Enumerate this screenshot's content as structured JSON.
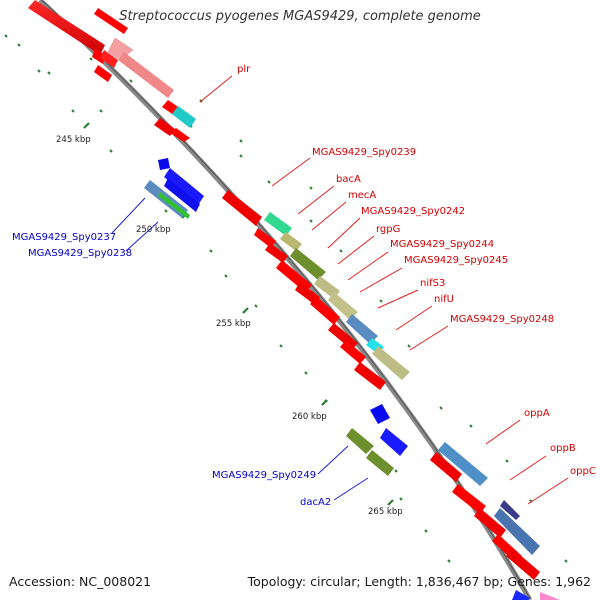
{
  "title": "Streptococcus pyogenes MGAS9429, complete genome",
  "footer": {
    "accession": "Accession: NC_008021",
    "stats": "Topology: circular; Length: 1,836,467 bp; Genes: 1,962"
  },
  "colors": {
    "backbone": "#888888",
    "tick": "#2e7d32",
    "label_forward": "#d40000",
    "label_reverse": "#0000cc"
  },
  "ticks": [
    "245 kbp",
    "250 kbp",
    "255 kbp",
    "260 kbp",
    "265 kbp"
  ],
  "gene_labels_forward": [
    "plr",
    "MGAS9429_Spy0239",
    "bacA",
    "mecA",
    "MGAS9429_Spy0242",
    "rgpG",
    "MGAS9429_Spy0244",
    "MGAS9429_Spy0245",
    "nifS3",
    "nifU",
    "MGAS9429_Spy0248",
    "oppA",
    "oppB",
    "oppC"
  ],
  "gene_labels_reverse": [
    "MGAS9429_Spy0237",
    "MGAS9429_Spy0238",
    "MGAS9429_Spy0249",
    "dacA2"
  ]
}
